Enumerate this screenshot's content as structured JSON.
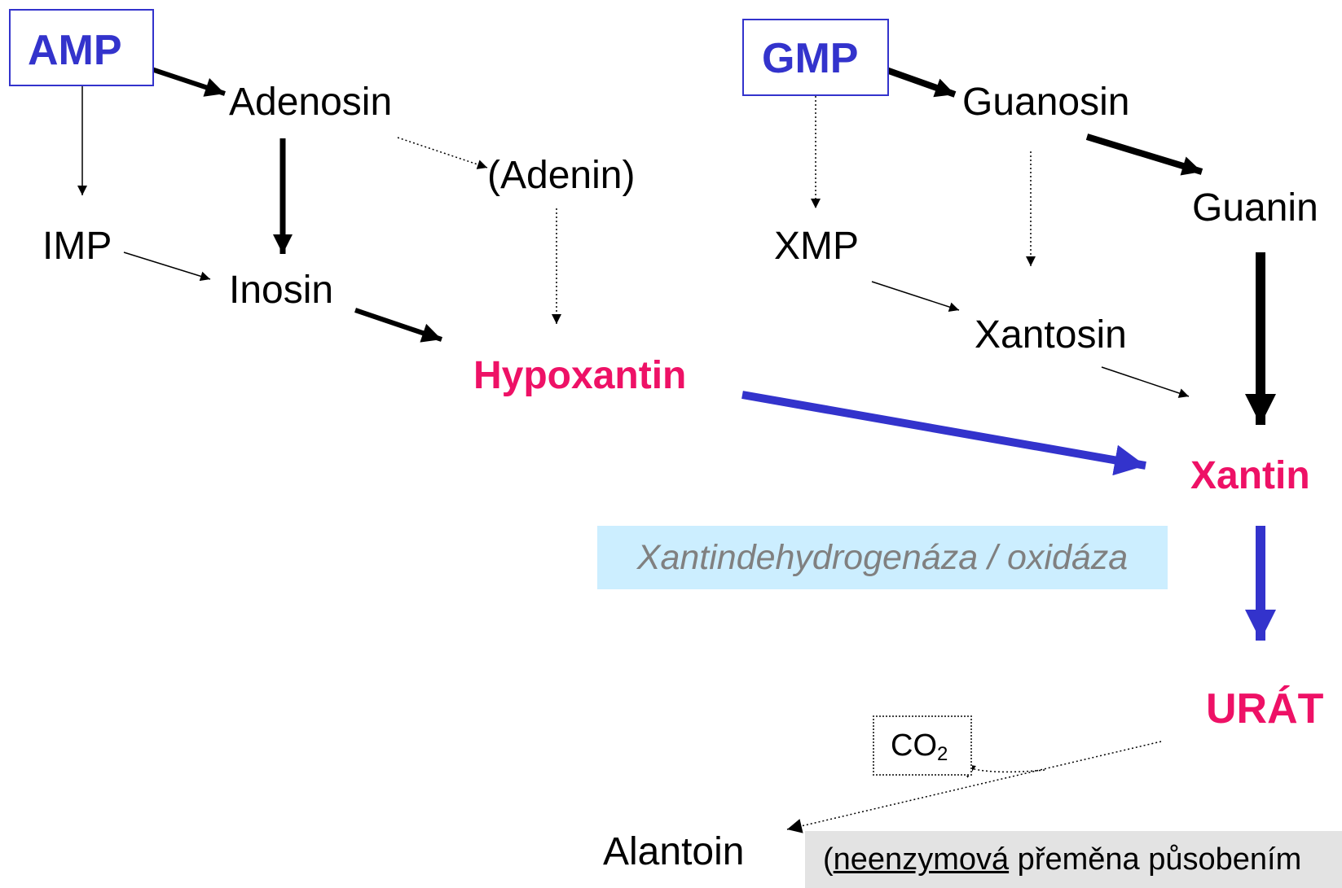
{
  "nodes": {
    "amp": "AMP",
    "gmp": "GMP",
    "adenosin": "Adenosin",
    "guanosin": "Guanosin",
    "adenin": "(Adenin)",
    "guanin": "Guanin",
    "imp": "IMP",
    "xmp": "XMP",
    "inosin": "Inosin",
    "xantosin": "Xantosin",
    "hypoxantin": "Hypoxantin",
    "xantin": "Xantin",
    "urat": "URÁT",
    "alantoin": "Alantoin"
  },
  "enzyme_label": "Xantindehydrogenáza / oxidáza",
  "co2": {
    "base": "CO",
    "subscript": "2"
  },
  "note": {
    "open_paren": "(",
    "underlined": "neenzymová",
    "rest": " přeměna působením"
  },
  "colors": {
    "nucleotide_blue": "#3333cc",
    "highlight_pink": "#ee1166",
    "enzyme_bg": "#cceeff",
    "enzyme_text": "#808080",
    "note_bg": "#e3e3e3",
    "arrow_black": "#000000",
    "arrow_blue": "#3333cc"
  }
}
